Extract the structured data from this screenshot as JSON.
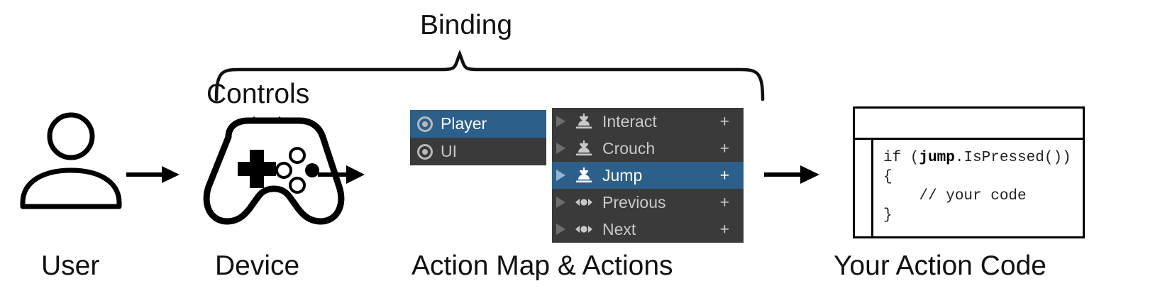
{
  "diagram": {
    "title_annotations": {
      "binding": "Binding",
      "controls": "Controls"
    },
    "stage_captions": [
      {
        "id": "user",
        "label": "User"
      },
      {
        "id": "device",
        "label": "Device"
      },
      {
        "id": "actions",
        "label": "Action Map & Actions"
      },
      {
        "id": "code",
        "label": "Your Action Code"
      }
    ]
  },
  "action_map_panel": {
    "rows": [
      {
        "label": "Player",
        "icon": "action-map-icon",
        "selected": true
      },
      {
        "label": "UI",
        "icon": "action-map-icon",
        "selected": false
      }
    ]
  },
  "actions_panel": {
    "add_label": "+",
    "rows": [
      {
        "label": "Interact",
        "icon": "button-action-icon",
        "selected": false,
        "expander": "disclosure-triangle-icon"
      },
      {
        "label": "Crouch",
        "icon": "button-action-icon",
        "selected": false,
        "expander": "disclosure-triangle-icon"
      },
      {
        "label": "Jump",
        "icon": "button-action-icon",
        "selected": true,
        "expander": "disclosure-triangle-icon"
      },
      {
        "label": "Previous",
        "icon": "axis-action-icon",
        "selected": false,
        "expander": "disclosure-triangle-icon"
      },
      {
        "label": "Next",
        "icon": "axis-action-icon",
        "selected": false,
        "expander": "disclosure-triangle-icon"
      }
    ]
  },
  "code_window": {
    "line1_prefix": "if (",
    "line1_bold": "jump",
    "line1_suffix": ".IsPressed())",
    "line2": "{",
    "line3": "    // your code",
    "line4": "}"
  },
  "colors": {
    "selection_blue": "#2c5f8a",
    "panel_dark": "#3a3a3a",
    "text_gray": "#c9c9c9",
    "background": "#ffffff",
    "ink": "#000000"
  }
}
